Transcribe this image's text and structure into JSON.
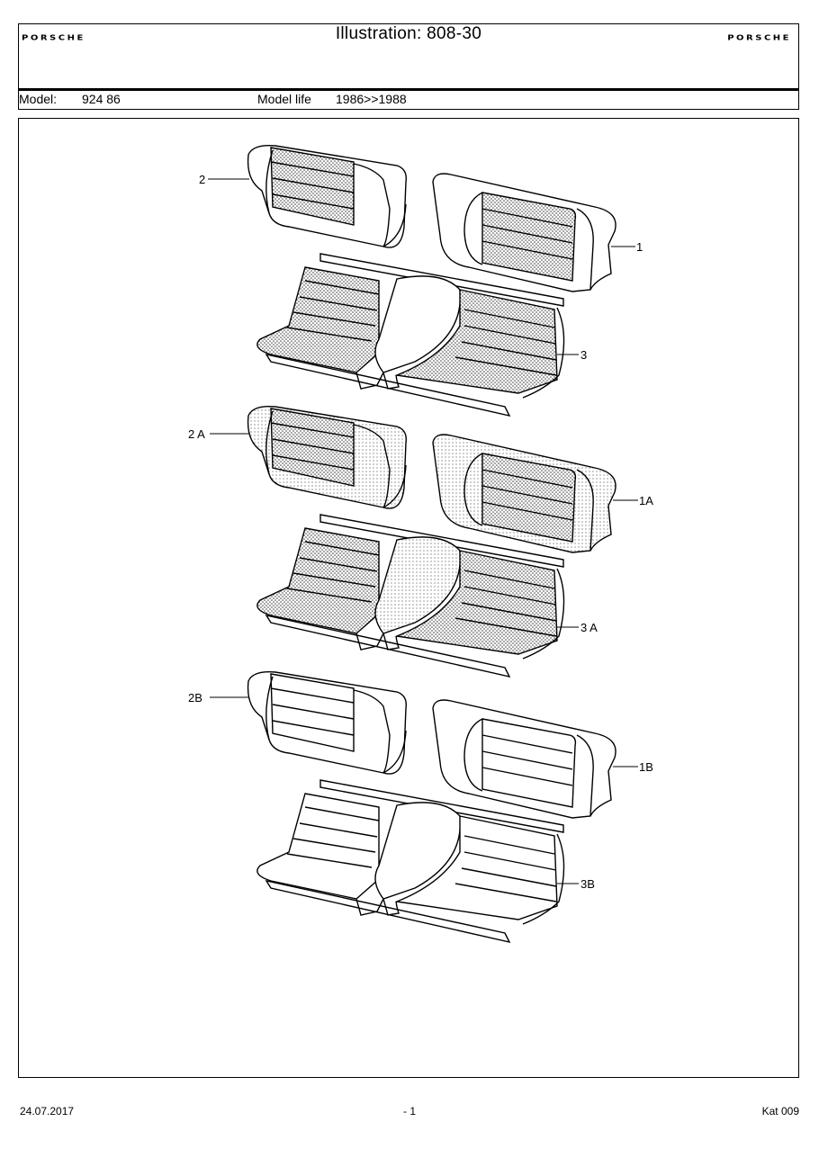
{
  "header": {
    "brand_left": "PORSCHE",
    "brand_right": "PORSCHE",
    "title": "Illustration: 808-30",
    "model_label": "Model:",
    "model_value": "924 86",
    "model_life_label": "Model life",
    "model_life_value": "1986>>1988"
  },
  "callouts": [
    "2",
    "1",
    "3",
    "2 A",
    "1A",
    "3 A",
    "2B",
    "1B",
    "3B"
  ],
  "footer": {
    "date": "24.07.2017",
    "page": "- 1",
    "catalog": "Kat 009"
  }
}
